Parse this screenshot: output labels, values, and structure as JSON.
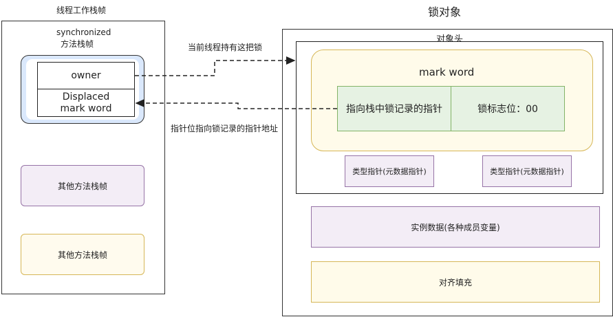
{
  "thread": {
    "title": "线程工作栈帧",
    "sync_frame_label": [
      "synchronized",
      "方法栈帧"
    ],
    "owner_label": "owner",
    "displaced_label": [
      "Displaced",
      "mark word"
    ],
    "other_frame_1": "其他方法栈帧",
    "other_frame_2": "其他方法栈帧"
  },
  "object": {
    "title": "锁对象",
    "header_label": "对象头",
    "mark_word_label": "mark word",
    "pointer_cell": "指向栈中锁记录的指针",
    "flag_cell": "锁标志位：00",
    "type_pointer_1": "类型指针(元数据指针)",
    "type_pointer_2": "类型指针(元数据指针)",
    "instance_data": "实例数据(各种成员变量)",
    "padding": "对齐填充"
  },
  "arrows": {
    "owner_to_object": "当前线程持有这把锁",
    "markword_to_stack": "指针位指向锁记录的指针地址"
  },
  "colors": {
    "purple_border": "#9673a6",
    "purple_fill": "#e1d5e7",
    "yellow_border": "#d6b656",
    "yellow_fill": "#fff2cc",
    "green_border": "#82b366",
    "green_fill": "#d5e8d4",
    "blue_fill": "#dae8fc"
  }
}
